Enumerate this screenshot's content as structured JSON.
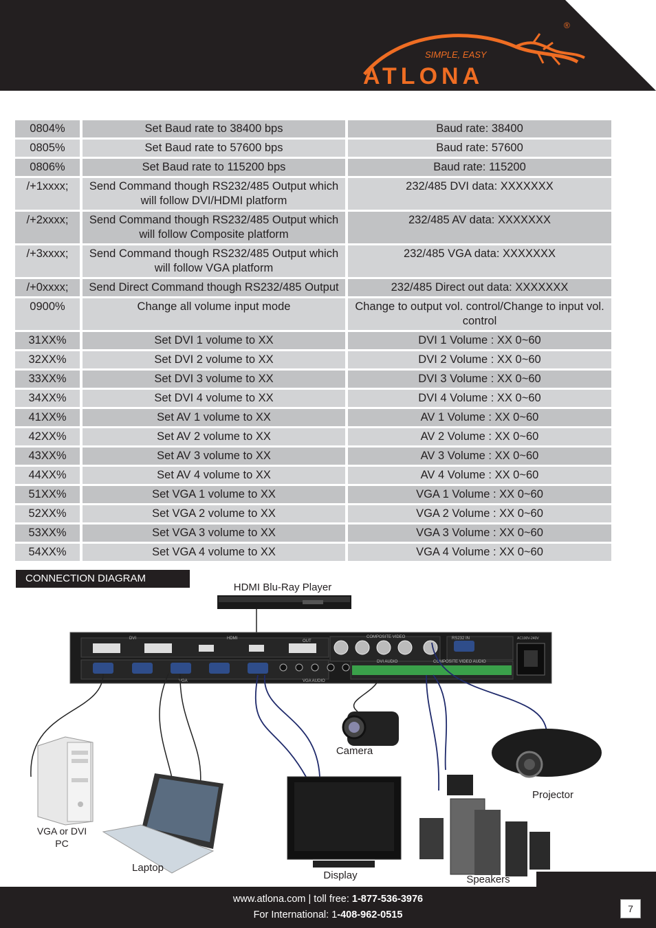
{
  "header": {
    "brand": "ATLONA",
    "tagline": "SIMPLE, EASY",
    "registered": "®"
  },
  "commands": [
    {
      "code": "0804%",
      "function": "Set Baud rate to 38400 bps",
      "feedback": "Baud  rate: 38400"
    },
    {
      "code": "0805%",
      "function": "Set Baud rate to 57600 bps",
      "feedback": "Baud  rate: 57600"
    },
    {
      "code": "0806%",
      "function": "Set Baud rate to 115200 bps",
      "feedback": "Baud  rate: 115200"
    },
    {
      "code": "/+1xxxx;",
      "function": "Send Command though RS232/485 Output which will follow DVI/HDMI platform",
      "feedback": "232/485 DVI data: XXXXXXX"
    },
    {
      "code": "/+2xxxx;",
      "function": "Send Command though RS232/485 Output which will follow Composite platform",
      "feedback": "232/485 AV data: XXXXXXX"
    },
    {
      "code": "/+3xxxx;",
      "function": "Send Command though RS232/485 Output which will follow VGA platform",
      "feedback": "232/485 VGA data: XXXXXXX"
    },
    {
      "code": "/+0xxxx;",
      "function": "Send Direct Command though RS232/485 Output",
      "feedback": "232/485 Direct out data: XXXXXXX"
    },
    {
      "code": "0900%",
      "function": "Change all volume input mode",
      "feedback": "Change to output vol. control/Change to input vol. control"
    },
    {
      "code": "31XX%",
      "function": "Set DVI 1 volume to XX",
      "feedback": "DVI 1 Volume : XX 0~60"
    },
    {
      "code": "32XX%",
      "function": "Set DVI 2 volume to XX",
      "feedback": "DVI 2 Volume : XX 0~60"
    },
    {
      "code": "33XX%",
      "function": "Set DVI 3 volume to XX",
      "feedback": "DVI 3 Volume : XX 0~60"
    },
    {
      "code": "34XX%",
      "function": "Set DVI 4 volume to XX",
      "feedback": "DVI 4 Volume : XX 0~60"
    },
    {
      "code": "41XX%",
      "function": "Set AV 1 volume to XX",
      "feedback": "AV  1 Volume : XX 0~60"
    },
    {
      "code": "42XX%",
      "function": "Set AV 2 volume to XX",
      "feedback": "AV  2 Volume : XX 0~60"
    },
    {
      "code": "43XX%",
      "function": "Set AV 3 volume to XX",
      "feedback": "AV  3 Volume : XX 0~60"
    },
    {
      "code": "44XX%",
      "function": "Set AV 4 volume to XX",
      "feedback": "AV  4 Volume : XX 0~60"
    },
    {
      "code": "51XX%",
      "function": "Set VGA 1 volume to XX",
      "feedback": "VGA 1 Volume : XX 0~60"
    },
    {
      "code": "52XX%",
      "function": "Set VGA 2 volume to XX",
      "feedback": "VGA 2 Volume : XX 0~60"
    },
    {
      "code": "53XX%",
      "function": "Set VGA 3 volume to XX",
      "feedback": "VGA 3 Volume : XX 0~60"
    },
    {
      "code": "54XX%",
      "function": "Set VGA 4 volume to XX",
      "feedback": "VGA 4 Volume : XX 0~60"
    }
  ],
  "section_title": "CONNECTION DIAGRAM",
  "diagram": {
    "labels": {
      "bluray": "HDMI Blu-Ray Player",
      "camera": "Camera",
      "projector": "Projector",
      "pc": "VGA or DVI PC",
      "laptop": "Laptop",
      "display": "Display",
      "speakers": "Speakers"
    },
    "panel": {
      "dvi": "DVI",
      "hdmi": "HDMI",
      "vga": "VGA",
      "out": "OUT",
      "composite_video": "COMPOSITE VIDEO",
      "rs232_in": "RS232 IN",
      "dvi_audio": "DVI AUDIO",
      "composite_video_audio": "COMPOSITE VIDEO AUDIO",
      "vga_audio": "VGA AUDIO",
      "power": "AC100V-240V"
    },
    "wire_color": "#1f2a6b"
  },
  "footer": {
    "line1_prefix": "www.atlona.com | toll free: ",
    "line1_bold": "1-877-536-3976",
    "line2_prefix": "For International: 1",
    "line2_bold": "-408-962-0515",
    "page_number": "7"
  },
  "colors": {
    "dark": "#231f20",
    "brand_orange": "#ef6d23"
  }
}
